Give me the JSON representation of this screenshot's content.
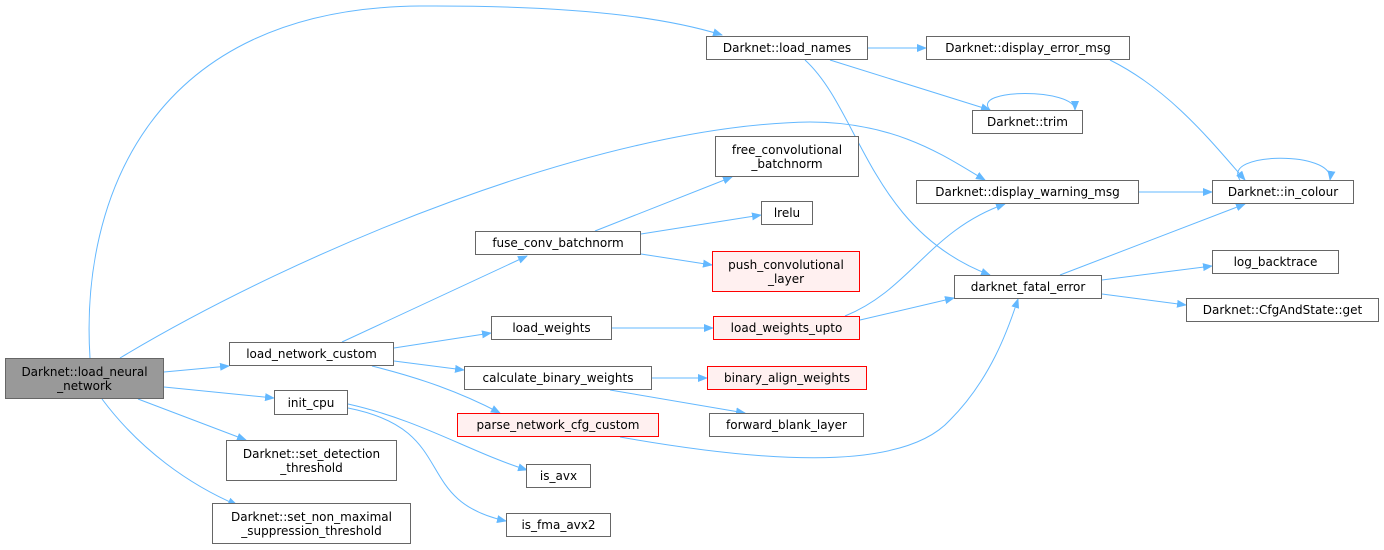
{
  "title": "Call graph of Darknet::load_neural_network",
  "colors": {
    "edge": "#63b8ff",
    "root_fill": "#999999",
    "missing_border": "#ff0000",
    "missing_fill": "#fff0f0",
    "border": "#666666"
  },
  "nodes": {
    "root": {
      "lines": [
        "Darknet::load_neural",
        "_network"
      ]
    },
    "load_network_custom": {
      "lines": [
        "load_network_custom"
      ]
    },
    "init_cpu": {
      "lines": [
        "init_cpu"
      ]
    },
    "set_detection_threshold": {
      "lines": [
        "Darknet::set_detection",
        "_threshold"
      ]
    },
    "set_nms_threshold": {
      "lines": [
        "Darknet::set_non_maximal",
        "_suppression_threshold"
      ]
    },
    "load_names": {
      "lines": [
        "Darknet::load_names"
      ]
    },
    "fuse_conv_batchnorm": {
      "lines": [
        "fuse_conv_batchnorm"
      ]
    },
    "load_weights": {
      "lines": [
        "load_weights"
      ]
    },
    "calculate_binary_weights": {
      "lines": [
        "calculate_binary_weights"
      ]
    },
    "parse_network_cfg_custom": {
      "lines": [
        "parse_network_cfg_custom"
      ]
    },
    "is_avx": {
      "lines": [
        "is_avx"
      ]
    },
    "is_fma_avx2": {
      "lines": [
        "is_fma_avx2"
      ]
    },
    "free_convolutional_batchnorm": {
      "lines": [
        "free_convolutional",
        "_batchnorm"
      ]
    },
    "lrelu": {
      "lines": [
        "lrelu"
      ]
    },
    "push_convolutional_layer": {
      "lines": [
        "push_convolutional",
        "_layer"
      ]
    },
    "load_weights_upto": {
      "lines": [
        "load_weights_upto"
      ]
    },
    "binary_align_weights": {
      "lines": [
        "binary_align_weights"
      ]
    },
    "forward_blank_layer": {
      "lines": [
        "forward_blank_layer"
      ]
    },
    "display_error_msg": {
      "lines": [
        "Darknet::display_error_msg"
      ]
    },
    "trim": {
      "lines": [
        "Darknet::trim"
      ]
    },
    "display_warning_msg": {
      "lines": [
        "Darknet::display_warning_msg"
      ]
    },
    "darknet_fatal_error": {
      "lines": [
        "darknet_fatal_error"
      ]
    },
    "in_colour": {
      "lines": [
        "Darknet::in_colour"
      ]
    },
    "log_backtrace": {
      "lines": [
        "log_backtrace"
      ]
    },
    "cfg_get": {
      "lines": [
        "Darknet::CfgAndState::get"
      ]
    }
  }
}
